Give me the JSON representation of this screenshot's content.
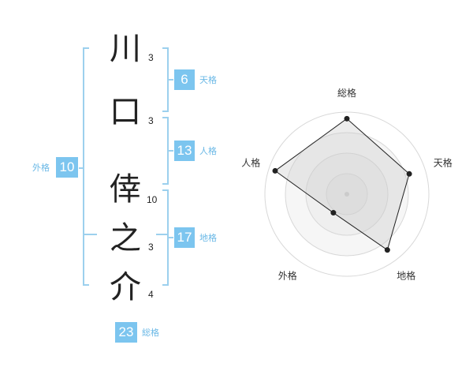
{
  "name": {
    "chars": [
      {
        "char": "川",
        "strokes": "3"
      },
      {
        "char": "口",
        "strokes": "3"
      },
      {
        "char": "倖",
        "strokes": "10"
      },
      {
        "char": "之",
        "strokes": "3"
      },
      {
        "char": "介",
        "strokes": "4"
      }
    ]
  },
  "kaku": {
    "ten": {
      "value": "6",
      "label": "天格"
    },
    "jin": {
      "value": "13",
      "label": "人格"
    },
    "chi": {
      "value": "17",
      "label": "地格"
    },
    "gai": {
      "value": "10",
      "label": "外格"
    },
    "sou": {
      "value": "23",
      "label": "総格"
    }
  },
  "colors": {
    "accent": "#7cc5ef",
    "bracket": "#9cd0ee",
    "label": "#6ab8e6"
  },
  "chart_data": {
    "type": "radar",
    "axes": [
      "総格",
      "天格",
      "地格",
      "外格",
      "人格"
    ],
    "values": [
      0.92,
      0.8,
      0.84,
      0.28,
      0.92
    ],
    "max": 1,
    "rings": 4
  }
}
